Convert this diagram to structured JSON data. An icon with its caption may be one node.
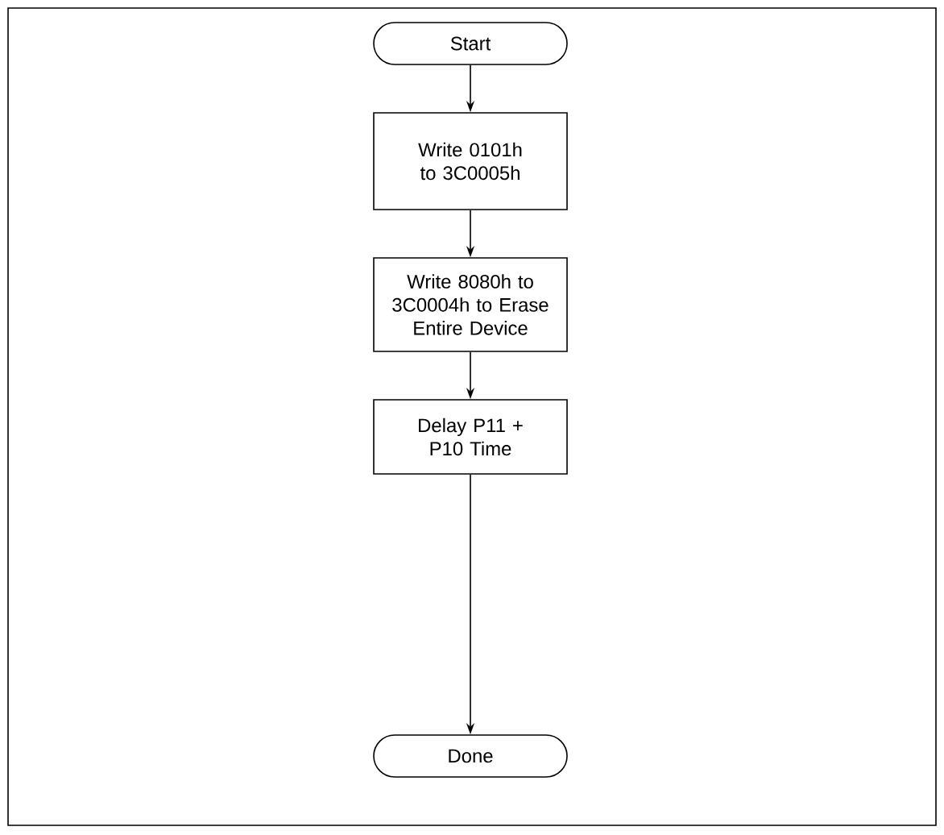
{
  "diagram": {
    "nodes": [
      {
        "text": [
          "Start"
        ]
      },
      {
        "text": [
          "Write 0101h to 3C0005h"
        ]
      },
      {
        "text": [
          "Write 8080h to 3C0004h to Erase Entire Device"
        ]
      },
      {
        "text": [
          "Delay P11 + P10 Time"
        ]
      },
      {
        "text": [
          "Done"
        ]
      }
    ],
    "edges": [
      {
        "from": 0,
        "to": 1,
        "arrow": "to"
      },
      {
        "from": 1,
        "to": 2,
        "arrow": "to"
      },
      {
        "from": 2,
        "to": 3,
        "arrow": "to"
      },
      {
        "from": 3,
        "to": 4,
        "arrow": "to"
      }
    ]
  }
}
